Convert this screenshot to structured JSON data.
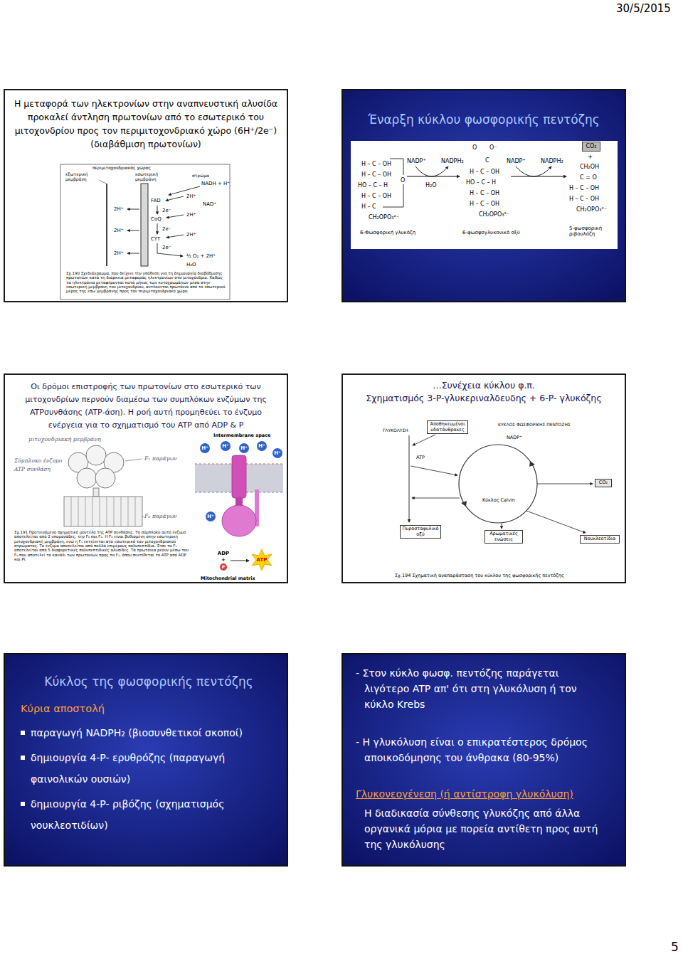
{
  "diagram": {
    "nodes": [
      {
        "text": [
          "Η μεταφορά των ηλεκτρονίων στην αναπνευστική αλυσίδα προκαλεί άντληση πρωτονίων από το εσωτερικό του μιτοχονδρίου προς τον περιμιτοχονδριακό χώρο (6H⁺/2e⁻) (διαβάθμιση πρωτονίων)"
        ]
      },
      {
        "text": [
          "Έναρξη κύκλου φωσφορικής πεντόζης"
        ]
      },
      {
        "text": [
          "CO₂"
        ],
        "in": 1
      },
      {
        "text": [
          "Οι δρόμοι επιστροφής των πρωτονίων στο εσωτερικό των μιτοχονδρίων περνούν διαμέσω των συμπλόκων ενζύμων της ATPσυνθάσης (ATP-άση). Η ροή αυτή προμηθεύει το ένζυμο ενέργεια για το σχηματισμό του ATP από ADP & P"
        ]
      },
      {
        "text": [
          "…Συνέχεια κύκλου φ.π.",
          "Σχηματισμός 3-P-γλυκεριναλδευδης + 6-P- γλυκόζης"
        ]
      },
      {
        "text": [
          "Αποθηκευμένοι υδατάνθρακες"
        ],
        "in": 4
      },
      {
        "text": [
          "CO₂"
        ],
        "in": 4
      },
      {
        "text": [
          "Πυροσταφυλικό οξύ"
        ],
        "in": 4
      },
      {
        "text": [
          "Αρωματικές ενώσεις"
        ],
        "in": 4
      },
      {
        "text": [
          "Νουκλεοτίδια"
        ],
        "in": 4
      },
      {
        "text": [
          "Κύκλος της φωσφορικής πεντόζης",
          "Κύρια αποστολή",
          "παραγωγή NADPH₂ (βιοσυνθετικοί σκοποί)",
          "δημιουργία 4-P- ερυθρόζης (παραγωγή φαινολικών ουσιών)",
          "δημιουργία 4-P- ριβόζης (σχηματισμός νουκλεοτιδίων)"
        ]
      },
      {
        "text": [
          "- Στον κύκλο φωσφ. πεντόζης παράγεται λιγότερο ATP απ' ότι στη γλυκόλυση ή τον κύκλο Krebs",
          "- Η γλυκόλυση είναι ο επικρατέστερος δρόμος αποικοδόμησης του άνθρακα (80-95%)",
          "Γλυκονεογένεση (ή αντίστροφη γλυκόλυση)",
          "Η διαδικασία σύνθεσης γλυκόζης από άλλα οργανικά μόρια με πορεία αντίθετη προς αυτή της γλυκόλυσης"
        ]
      }
    ],
    "labels": [
      "περιμιτοχονδριακός χώρος",
      "εξωτερική μεμβράνη",
      "εσωτερική μεμβράνη",
      "στρώμα",
      "NADH + H⁺",
      "NAD⁺",
      "FAD",
      "CoQ",
      "CYT",
      "½ O₂ + 2H⁺",
      "H₂O",
      "2H⁺",
      "2H⁺",
      "2H⁺",
      "2H⁺",
      "2H⁺",
      "2H⁺",
      "2e⁻",
      "2e⁻",
      "2e⁻",
      "Σχ.190 Σχεδιάγραμμα, που δείχνει την υπόθεση για τη δημιουργία διαβάθμισης πρωτονίων κατά τη διάρκεια μεταφοράς ηλεκτρονίων στο μιτοχόνδριο. Καθώς τα ηλεκτρόνια μεταφέρονται κατά μήκος των κυτοχρωμάτων μέσα στην εσωτερική μεμβράνη του μιτοχονδρίου, αντλούνται πρωτόνια από το εσωτερικό μέρος της εσω μεμβράνης προς τον περιμιτοχονδριακό χώρο.",
      "H – C – OH",
      "H – C – OH",
      "HO – C – H",
      "H – C – OH",
      "H – C",
      "CH₂OPO₃²⁻",
      "O",
      "NADP⁺",
      "NADPH₂",
      "H₂O",
      "O",
      "O⁻",
      "C",
      "H – C – OH",
      "HO – C – H",
      "H – C – OH",
      "H – C – OH",
      "CH₂OPO₃²⁻",
      "NADP⁺",
      "NADPH₂",
      "+",
      "CH₂OH",
      "C = O",
      "H – C – OH",
      "H – C – OH",
      "CH₂OPO₃²⁻",
      "6-Φωσφορική γλυκόζη",
      "6-φωσφογλυκονικό οξύ",
      "5-φωσφορική ριβουλόζη",
      "μιτοχονδριακή μεμβράνη",
      "Σύμπλοκο ένζυμο",
      "ATP συνθάση",
      "F₁",
      "παράγων",
      "F₀",
      "παράγων",
      "Σχ.191 Προτεινόμενο σχηματικό μοντέλο της ATP συνθάσης. Το σύμπλοκο αυτό ένζυμο αποτελείται από 2 υπομονάδες: την F₀ και F₁. Η F₀ είναι βυθισμένη στην εσωτερική μιτοχονδριακή μεμβράνη, ενώ η F₁ εκτείνεται στο εσωτερικό του μιτοχονδριακού στρώματος. Το ένζυμο αποτελείται από πολλά επιμέρους πολυπεπτίδια. Έτσι το F₁ αποτελείται από 5 διαφορετικές πολυπεπτιδικές αλυσίδες. Τα πρωτόνια ρέουν μέσω του F₀ που αποτελεί το κανάλι των πρωτονίων προς το F₁, όπου συντίθεται το ATP από ADP και Pi.",
      "Intermembrane space",
      "H⁺",
      "H⁺",
      "H⁺",
      "H⁺",
      "H⁺",
      "H⁺",
      "ADP",
      "+",
      "P",
      "ATP",
      "Mitochondrial matrix",
      "ΓΛΥΚΟΛΥΣΗ",
      "ΚΥΚΛΟΣ ΦΩΣΦΟΡΙΚΗΣ ΠΕΝΤΟΖΗΣ",
      "NADP⁺",
      "ATP",
      "Σχ.194 Σχηματική αναπαράσταση του κύκλου της φωσφορικής πεντόζης",
      "Κύκλος Calvin",
      "30/5/2015",
      "5"
    ]
  }
}
